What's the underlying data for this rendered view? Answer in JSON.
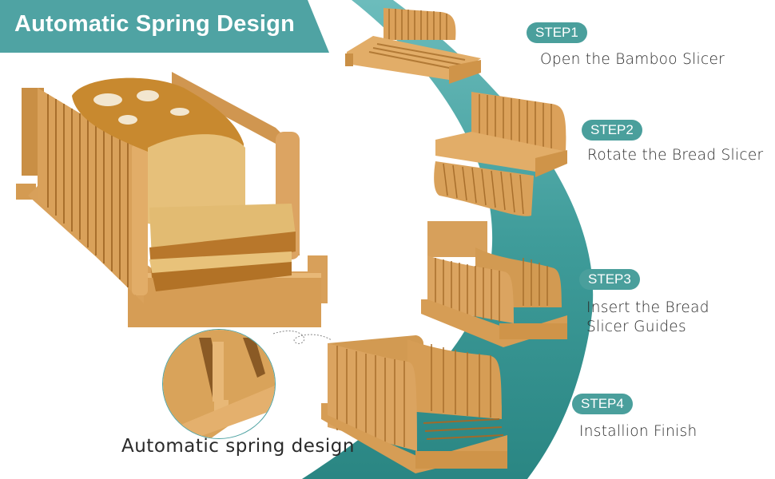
{
  "header": {
    "title": "Automatic Spring Design"
  },
  "colors": {
    "teal_banner": "#4fa3a3",
    "teal_badge": "#4a9f9c",
    "teal_arc_light": "#5fb4b4",
    "teal_arc_dark": "#2f8d8a",
    "bamboo": "#d9a35a",
    "bamboo_dark": "#b67d35",
    "text": "#2a2a2a"
  },
  "main_product": {
    "description": "bamboo-bread-slicer-with-loaf"
  },
  "detail": {
    "caption": "Automatic spring design"
  },
  "steps": [
    {
      "badge": "STEP1",
      "text": "Open the Bamboo Slicer"
    },
    {
      "badge": "STEP2",
      "text": "Rotate the Bread Slicer"
    },
    {
      "badge": "STEP3",
      "text": "Insert the  Bread\nSlicer Guides"
    },
    {
      "badge": "STEP4",
      "text": "Installion Finish"
    }
  ]
}
